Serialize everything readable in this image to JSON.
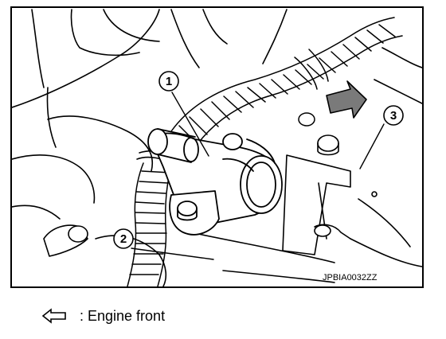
{
  "figure": {
    "code": "JPBIA0032ZZ",
    "callouts": [
      "1",
      "2",
      "3"
    ]
  },
  "legend": {
    "icon": "outline-arrow-left-icon",
    "text": ": Engine front"
  },
  "colors": {
    "line": "#000000",
    "background": "#ffffff",
    "arrow_fill": "#7a7a7a"
  }
}
